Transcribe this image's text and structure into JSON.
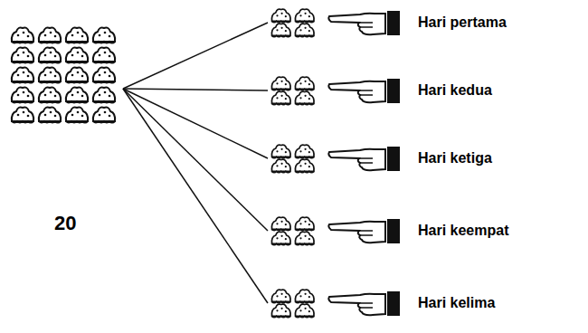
{
  "diagram": {
    "nodes": [
      {
        "text": [
          "20"
        ]
      },
      {
        "text": [
          "Hari pertama"
        ]
      },
      {
        "text": [
          "Hari kedua"
        ]
      },
      {
        "text": [
          "Hari ketiga"
        ]
      },
      {
        "text": [
          "Hari keempat"
        ]
      },
      {
        "text": [
          "Hari kelima"
        ]
      }
    ],
    "edges": [
      {
        "from": 0,
        "to": 1,
        "arrow": "none"
      },
      {
        "from": 0,
        "to": 2,
        "arrow": "none"
      },
      {
        "from": 0,
        "to": 3,
        "arrow": "none"
      },
      {
        "from": 0,
        "to": 4,
        "arrow": "none"
      },
      {
        "from": 0,
        "to": 5,
        "arrow": "none"
      }
    ]
  }
}
